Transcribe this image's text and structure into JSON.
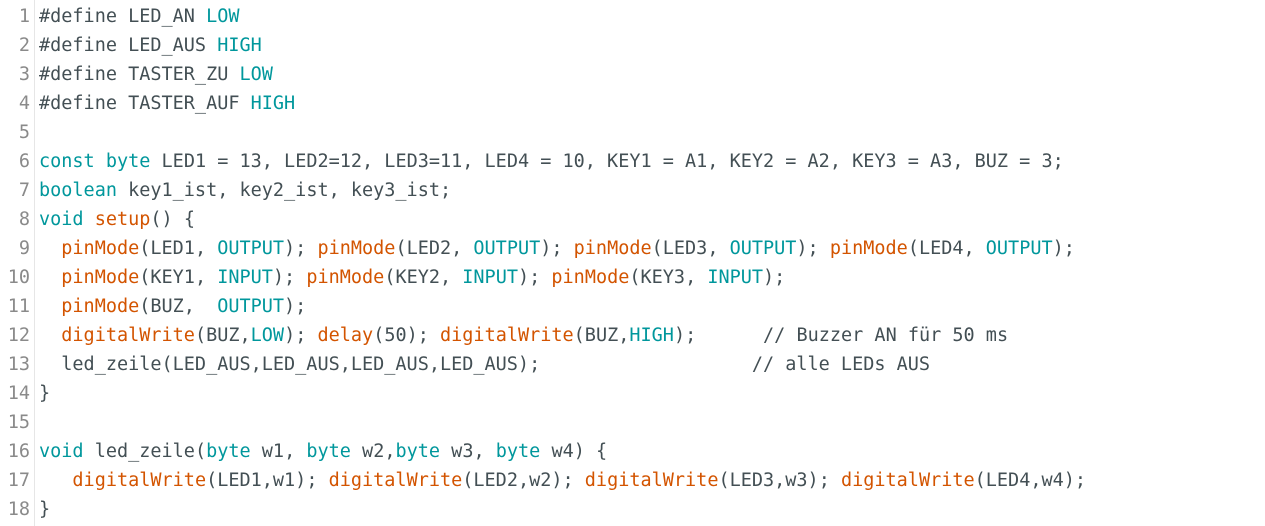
{
  "lines": [
    [
      {
        "t": "#define LED_AN ",
        "c": "pl"
      },
      {
        "t": "LOW",
        "c": "kw"
      }
    ],
    [
      {
        "t": "#define LED_AUS ",
        "c": "pl"
      },
      {
        "t": "HIGH",
        "c": "kw"
      }
    ],
    [
      {
        "t": "#define TASTER_ZU ",
        "c": "pl"
      },
      {
        "t": "LOW",
        "c": "kw"
      }
    ],
    [
      {
        "t": "#define TASTER_AUF ",
        "c": "pl"
      },
      {
        "t": "HIGH",
        "c": "kw"
      }
    ],
    [],
    [
      {
        "t": "const",
        "c": "kw"
      },
      {
        "t": " ",
        "c": "pl"
      },
      {
        "t": "byte",
        "c": "kw"
      },
      {
        "t": " LED1 = 13, LED2=12, LED3=11, LED4 = 10, KEY1 = A1, KEY2 = A2, KEY3 = A3, BUZ = 3;",
        "c": "pl"
      }
    ],
    [
      {
        "t": "boolean",
        "c": "kw"
      },
      {
        "t": " key1_ist, key2_ist, key3_ist;",
        "c": "pl"
      }
    ],
    [
      {
        "t": "void",
        "c": "kw"
      },
      {
        "t": " ",
        "c": "pl"
      },
      {
        "t": "setup",
        "c": "fn"
      },
      {
        "t": "() {",
        "c": "pl"
      }
    ],
    [
      {
        "t": "  ",
        "c": "pl"
      },
      {
        "t": "pinMode",
        "c": "fn"
      },
      {
        "t": "(LED1, ",
        "c": "pl"
      },
      {
        "t": "OUTPUT",
        "c": "kw"
      },
      {
        "t": "); ",
        "c": "pl"
      },
      {
        "t": "pinMode",
        "c": "fn"
      },
      {
        "t": "(LED2, ",
        "c": "pl"
      },
      {
        "t": "OUTPUT",
        "c": "kw"
      },
      {
        "t": "); ",
        "c": "pl"
      },
      {
        "t": "pinMode",
        "c": "fn"
      },
      {
        "t": "(LED3, ",
        "c": "pl"
      },
      {
        "t": "OUTPUT",
        "c": "kw"
      },
      {
        "t": "); ",
        "c": "pl"
      },
      {
        "t": "pinMode",
        "c": "fn"
      },
      {
        "t": "(LED4, ",
        "c": "pl"
      },
      {
        "t": "OUTPUT",
        "c": "kw"
      },
      {
        "t": ");",
        "c": "pl"
      }
    ],
    [
      {
        "t": "  ",
        "c": "pl"
      },
      {
        "t": "pinMode",
        "c": "fn"
      },
      {
        "t": "(KEY1, ",
        "c": "pl"
      },
      {
        "t": "INPUT",
        "c": "kw"
      },
      {
        "t": "); ",
        "c": "pl"
      },
      {
        "t": "pinMode",
        "c": "fn"
      },
      {
        "t": "(KEY2, ",
        "c": "pl"
      },
      {
        "t": "INPUT",
        "c": "kw"
      },
      {
        "t": "); ",
        "c": "pl"
      },
      {
        "t": "pinMode",
        "c": "fn"
      },
      {
        "t": "(KEY3, ",
        "c": "pl"
      },
      {
        "t": "INPUT",
        "c": "kw"
      },
      {
        "t": ");",
        "c": "pl"
      }
    ],
    [
      {
        "t": "  ",
        "c": "pl"
      },
      {
        "t": "pinMode",
        "c": "fn"
      },
      {
        "t": "(BUZ,  ",
        "c": "pl"
      },
      {
        "t": "OUTPUT",
        "c": "kw"
      },
      {
        "t": ");",
        "c": "pl"
      }
    ],
    [
      {
        "t": "  ",
        "c": "pl"
      },
      {
        "t": "digitalWrite",
        "c": "fn"
      },
      {
        "t": "(BUZ,",
        "c": "pl"
      },
      {
        "t": "LOW",
        "c": "kw"
      },
      {
        "t": "); ",
        "c": "pl"
      },
      {
        "t": "delay",
        "c": "fn"
      },
      {
        "t": "(50); ",
        "c": "pl"
      },
      {
        "t": "digitalWrite",
        "c": "fn"
      },
      {
        "t": "(BUZ,",
        "c": "pl"
      },
      {
        "t": "HIGH",
        "c": "kw"
      },
      {
        "t": ");      ",
        "c": "pl"
      },
      {
        "t": "// Buzzer AN für 50 ms",
        "c": "cm"
      }
    ],
    [
      {
        "t": "  led_zeile(LED_AUS,LED_AUS,LED_AUS,LED_AUS);                   ",
        "c": "pl"
      },
      {
        "t": "// alle LEDs AUS",
        "c": "cm"
      }
    ],
    [
      {
        "t": "}",
        "c": "pl"
      }
    ],
    [],
    [
      {
        "t": "void",
        "c": "kw"
      },
      {
        "t": " led_zeile(",
        "c": "pl"
      },
      {
        "t": "byte",
        "c": "kw"
      },
      {
        "t": " w1, ",
        "c": "pl"
      },
      {
        "t": "byte",
        "c": "kw"
      },
      {
        "t": " w2,",
        "c": "pl"
      },
      {
        "t": "byte",
        "c": "kw"
      },
      {
        "t": " w3, ",
        "c": "pl"
      },
      {
        "t": "byte",
        "c": "kw"
      },
      {
        "t": " w4) {",
        "c": "pl"
      }
    ],
    [
      {
        "t": "   ",
        "c": "pl"
      },
      {
        "t": "digitalWrite",
        "c": "fn"
      },
      {
        "t": "(LED1,w1); ",
        "c": "pl"
      },
      {
        "t": "digitalWrite",
        "c": "fn"
      },
      {
        "t": "(LED2,w2); ",
        "c": "pl"
      },
      {
        "t": "digitalWrite",
        "c": "fn"
      },
      {
        "t": "(LED3,w3); ",
        "c": "pl"
      },
      {
        "t": "digitalWrite",
        "c": "fn"
      },
      {
        "t": "(LED4,w4);",
        "c": "pl"
      }
    ],
    [
      {
        "t": "}",
        "c": "pl"
      }
    ]
  ],
  "colors": {
    "keyword": "#00979c",
    "function": "#d35400",
    "plain": "#434f54",
    "line_number": "#8a8a8a"
  }
}
